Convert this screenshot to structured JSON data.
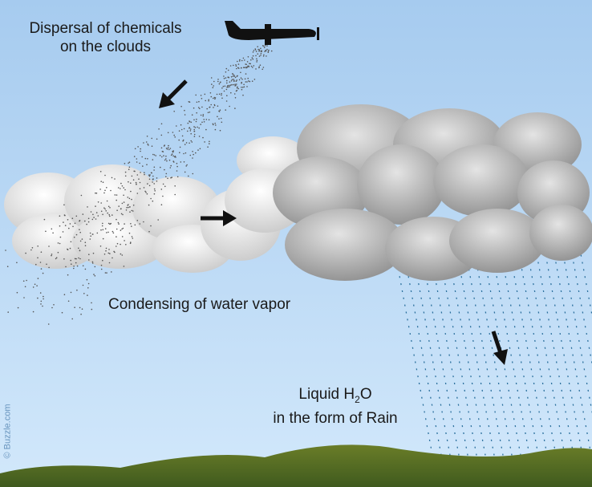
{
  "labels": {
    "dispersal_line1": "Dispersal of chemicals",
    "dispersal_line2": "on the clouds",
    "condensing": "Condensing of water vapor",
    "rain_line1_pre": "Liquid H",
    "rain_sub": "2",
    "rain_line1_post": "O",
    "rain_line2": "in the form of Rain"
  },
  "watermark": "© Buzzle.com",
  "colors": {
    "sky_top": "#a9cdf0",
    "sky_bottom": "#cfe6fb",
    "ground": "#4f6b22",
    "cloud_dark": "#8f8f8f",
    "rain": "#2a6f9c"
  }
}
